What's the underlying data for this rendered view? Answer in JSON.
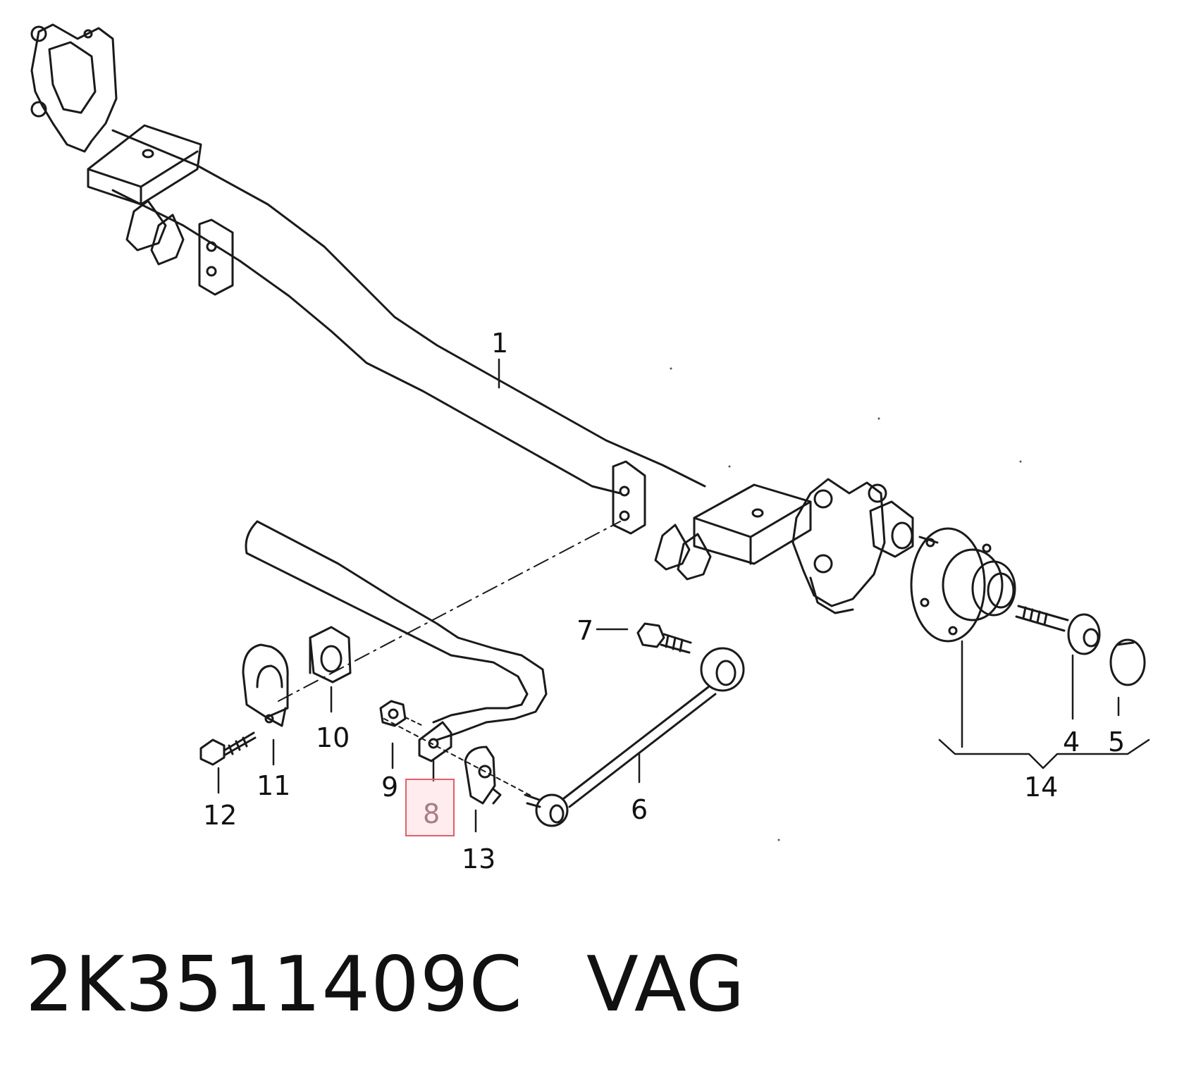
{
  "diagram": {
    "callouts": {
      "c1": "1",
      "c4": "4",
      "c5": "5",
      "c6": "6",
      "c7": "7",
      "c8": "8",
      "c9": "9",
      "c10": "10",
      "c11": "11",
      "c12": "12",
      "c13": "13",
      "c14": "14"
    },
    "highlighted_part": "8",
    "highlight_color": "#e0606a"
  },
  "caption": {
    "part_number": "2K3511409C",
    "brand": "VAG"
  }
}
